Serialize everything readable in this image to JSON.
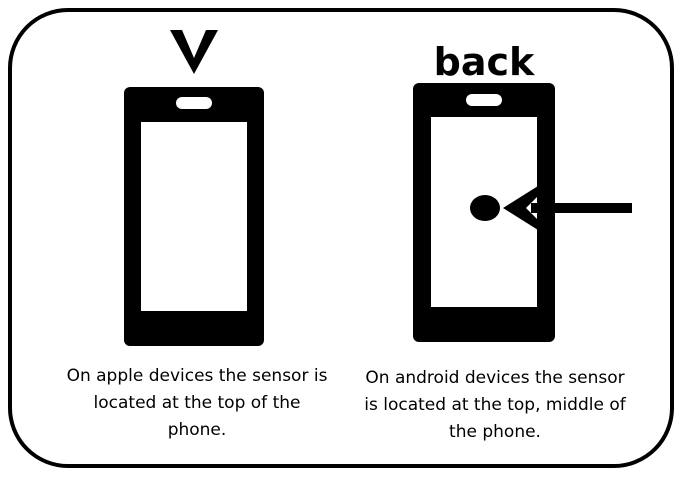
{
  "android": {
    "side_label": "back",
    "caption": "On android devices the sensor is located at the top, middle of the phone."
  },
  "apple": {
    "caption": "On apple devices the sensor is located at the top of the phone."
  },
  "colors": {
    "ink": "#000000",
    "background": "#ffffff"
  },
  "icons": {
    "apple_pointer": "down-arrow-icon",
    "android_pointer": "left-arrow-icon",
    "sensor": "sensor-dot-icon"
  }
}
